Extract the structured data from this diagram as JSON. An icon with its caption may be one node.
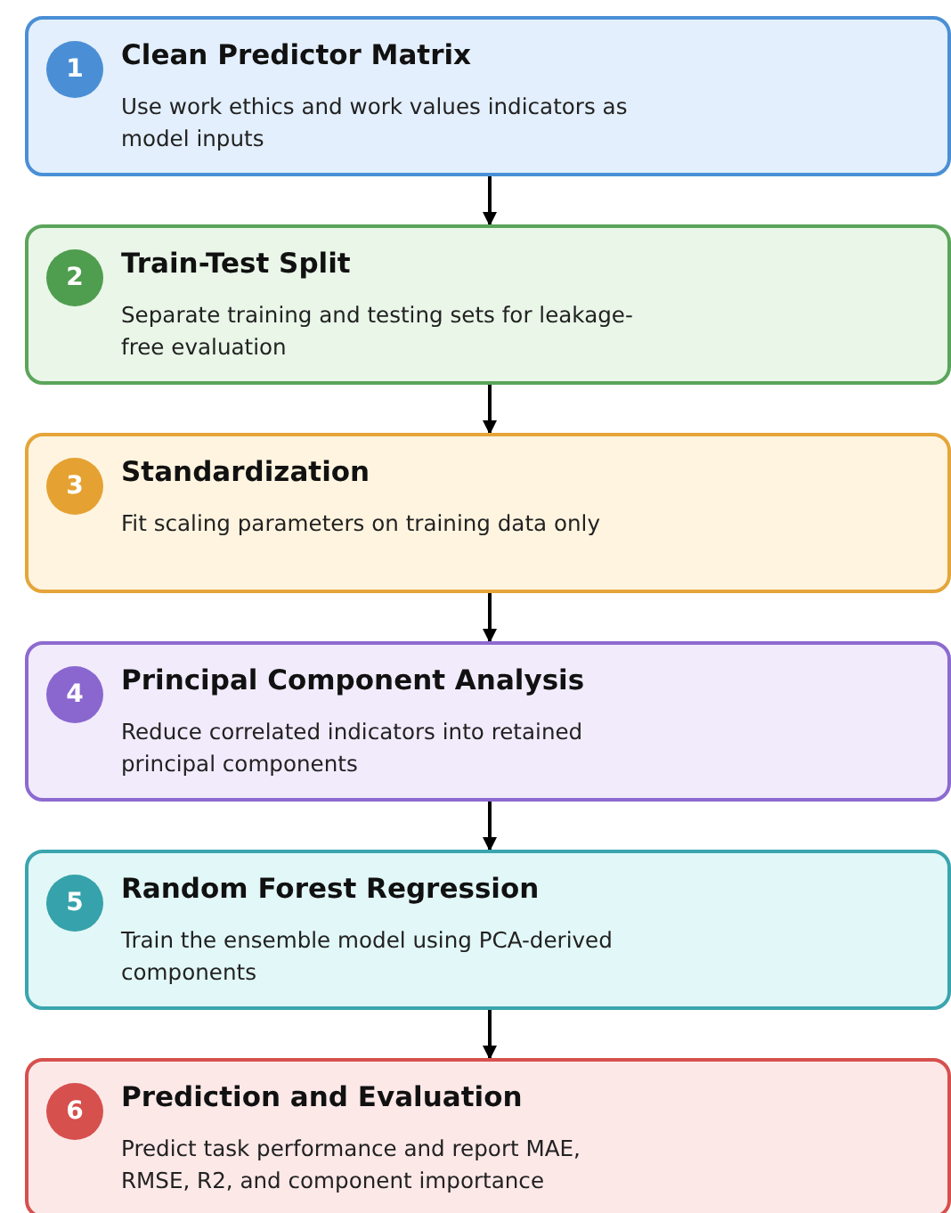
{
  "diagram": {
    "nodes": [
      {
        "text": [
          "Clean Predictor Matrix",
          "Use work ethics and work values indicators as model inputs"
        ]
      },
      {
        "text": [
          "1"
        ],
        "in": 0
      },
      {
        "text": [
          "Train-Test Split",
          "Separate training and testing sets for leakage-free evaluation"
        ]
      },
      {
        "text": [
          "2"
        ],
        "in": 2
      },
      {
        "text": [
          "Standardization",
          "Fit scaling parameters on training data only"
        ]
      },
      {
        "text": [
          "3"
        ],
        "in": 4
      },
      {
        "text": [
          "Principal Component Analysis",
          "Reduce correlated indicators into retained principal components"
        ]
      },
      {
        "text": [
          "4"
        ],
        "in": 6
      },
      {
        "text": [
          "Random Forest Regression",
          "Train the ensemble model using PCA-derived components"
        ]
      },
      {
        "text": [
          "5"
        ],
        "in": 8
      },
      {
        "text": [
          "Prediction and Evaluation",
          "Predict task performance and report MAE, RMSE, R2, and component importance"
        ]
      },
      {
        "text": [
          "6"
        ],
        "in": 10
      }
    ],
    "edges": [
      {
        "from": 0,
        "to": 2,
        "arrow": "to"
      },
      {
        "from": 2,
        "to": 4,
        "arrow": "to"
      },
      {
        "from": 4,
        "to": 6,
        "arrow": "to"
      },
      {
        "from": 6,
        "to": 8,
        "arrow": "to"
      },
      {
        "from": 8,
        "to": 10,
        "arrow": "to"
      }
    ]
  }
}
